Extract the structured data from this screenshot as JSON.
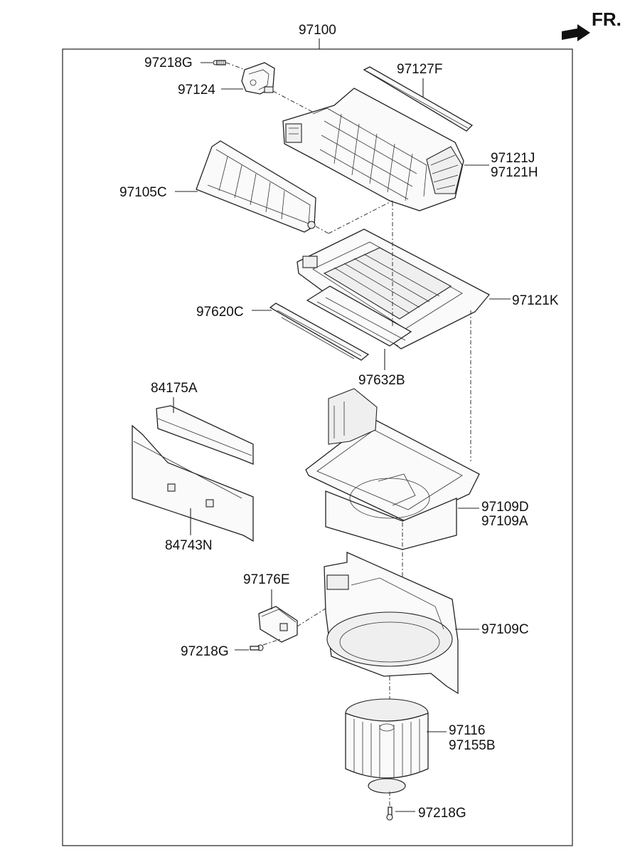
{
  "direction": "FR.",
  "assembly_number": "97100",
  "labels": {
    "p97218g_top": "97218G",
    "p97124": "97124",
    "p97127f": "97127F",
    "p97121j": "97121J",
    "p97121h": "97121H",
    "p97105c": "97105C",
    "p97121k": "97121K",
    "p97620c": "97620C",
    "p97632b": "97632B",
    "p84175a": "84175A",
    "p97109d": "97109D",
    "p97109a": "97109A",
    "p84743n": "84743N",
    "p97176e": "97176E",
    "p97109c": "97109C",
    "p97218g_mid": "97218G",
    "p97116": "97116",
    "p97155b": "97155B",
    "p97218g_bottom": "97218G"
  }
}
